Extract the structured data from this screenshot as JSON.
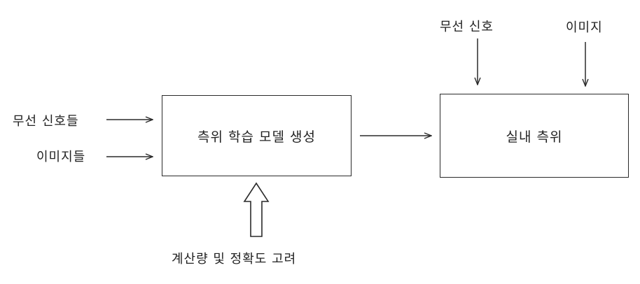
{
  "boxes": {
    "training": "측위 학습 모델 생성",
    "indoor": "실내 측위"
  },
  "inputs": {
    "wireless_signals": "무선 신호들",
    "images": "이미지들",
    "wireless_signal": "무선 신호",
    "image": "이미지"
  },
  "constraint": "계산량 및 정확도 고려"
}
